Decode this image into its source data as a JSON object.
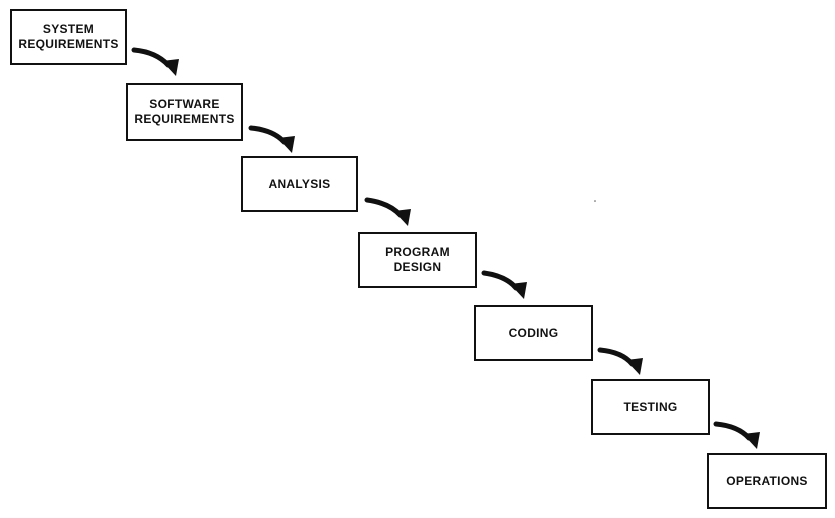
{
  "diagram": {
    "stages": [
      {
        "id": "system-requirements",
        "label": "SYSTEM\nREQUIREMENTS"
      },
      {
        "id": "software-requirements",
        "label": "SOFTWARE\nREQUIREMENTS"
      },
      {
        "id": "analysis",
        "label": "ANALYSIS"
      },
      {
        "id": "program-design",
        "label": "PROGRAM\nDESIGN"
      },
      {
        "id": "coding",
        "label": "CODING"
      },
      {
        "id": "testing",
        "label": "TESTING"
      },
      {
        "id": "operations",
        "label": "OPERATIONS"
      }
    ],
    "colors": {
      "line": "#111111",
      "background": "#ffffff"
    }
  }
}
